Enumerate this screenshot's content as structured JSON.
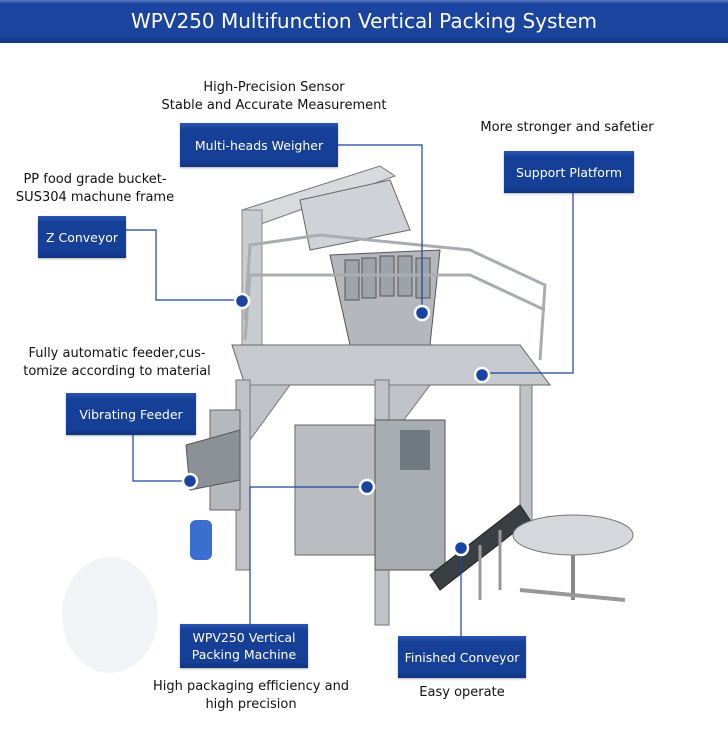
{
  "title": "WPV250 Multifunction Vertical Packing System",
  "callouts": {
    "weigher": {
      "label": "Multi-heads Weigher",
      "desc": [
        "High-Precision Sensor",
        "Stable and Accurate Measurement"
      ]
    },
    "platform": {
      "label": "Support Platform",
      "desc": [
        "More stronger and safetier"
      ]
    },
    "zconveyor": {
      "label": "Z Conveyor",
      "desc": [
        "PP food grade bucket-",
        "SUS304 machune frame"
      ]
    },
    "feeder": {
      "label": "Vibrating Feeder",
      "desc": [
        "Fully automatic feeder,cus-",
        "tomize according to material"
      ]
    },
    "packing": {
      "label": "WPV250 Vertical Packing Machine",
      "label_lines": [
        "WPV250 Vertical",
        "Packing Machine"
      ],
      "desc": [
        "High packaging efficiency and",
        "high precision"
      ]
    },
    "finished": {
      "label": "Finished Conveyor",
      "desc": [
        "Easy operate"
      ]
    }
  },
  "colors": {
    "accent": "#163f98",
    "line": "#1a44a0"
  }
}
